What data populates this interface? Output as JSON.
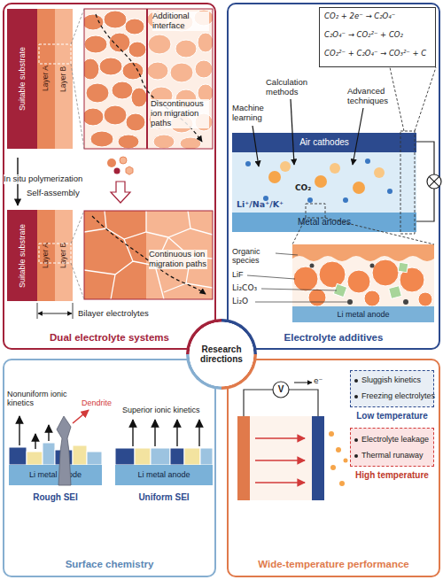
{
  "diagram": {
    "nodes": [
      {
        "text": [
          "Dual electrolyte systems"
        ]
      },
      {
        "text": [
          "Suitable substrate"
        ],
        "in": 0
      },
      {
        "text": [
          "Layer A"
        ],
        "in": 0
      },
      {
        "text": [
          "Layer B"
        ],
        "in": 0
      },
      {
        "text": [
          "Suitable substrate"
        ],
        "in": 0
      },
      {
        "text": [
          "Layer A"
        ],
        "in": 0
      },
      {
        "text": [
          "Layer B"
        ],
        "in": 0
      },
      {
        "text": [
          "Electrolyte additives"
        ]
      },
      {
        "text": [
          "CO₂ + 2e⁻ → C₂O₄⁻",
          "C₂O₄⁻ → CO₂²⁻ + CO₂",
          "CO₂²⁻ + C₂O₄⁻ → CO₃²⁻ + C"
        ],
        "in": 7
      },
      {
        "text": [
          "Air cathodes"
        ],
        "in": 7
      },
      {
        "text": [
          "Li⁺/Na⁺/K⁺"
        ],
        "in": 7
      },
      {
        "text": [
          "Metal anodes"
        ],
        "in": 7
      },
      {
        "text": [
          "Li metal anode"
        ],
        "in": 7
      },
      {
        "text": [
          "Research directions"
        ]
      },
      {
        "text": [
          "Surface chemistry"
        ]
      },
      {
        "text": [
          "Li metal anode"
        ],
        "in": 14
      },
      {
        "text": [
          "Li metal anode"
        ],
        "in": 14
      },
      {
        "text": [
          "Wide-temperature performance"
        ]
      },
      {
        "text": [
          "Sluggish kinetics",
          "Freezing electrolytes",
          "Low temperature"
        ],
        "in": 17
      },
      {
        "text": [
          "Electrolyte leakage",
          "Thermal runaway",
          "High temperature"
        ],
        "in": 17
      }
    ],
    "labels": [
      "Additional interface",
      "Discontinuous ion migration paths",
      "In situ polymerization",
      "Self-assembly",
      "Continuous ion migration paths",
      "Bilayer electrolytes",
      "Machine learning",
      "Calculation methods",
      "Advanced techniques",
      "CO₂",
      "Organic species",
      "LiF",
      "Li₂CO₃",
      "Li₂O",
      "Nonuniform ionic kinetics",
      "Dendrite",
      "Superior ionic kinetics",
      "Rough SEI",
      "Uniform SEI",
      "V",
      "e⁻"
    ]
  }
}
